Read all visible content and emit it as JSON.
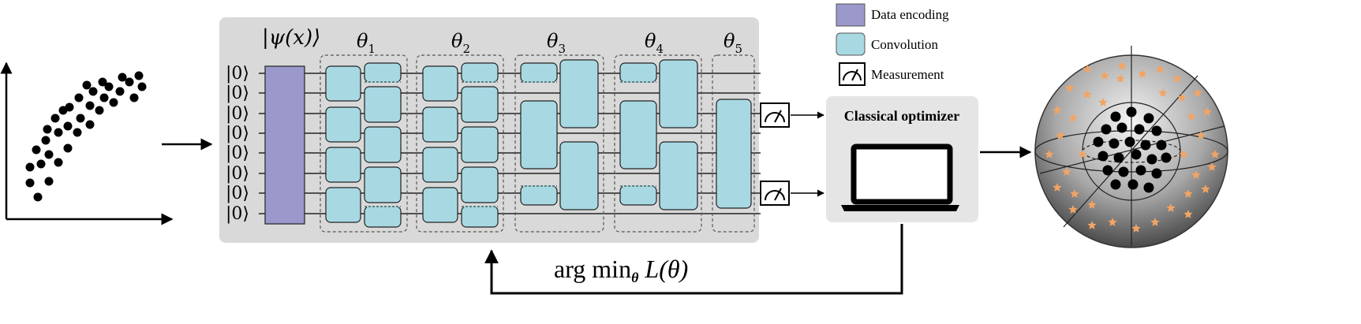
{
  "colors": {
    "data_encoding": "#9b98cc",
    "convolution": "#a8d9e3",
    "panel": "#d9d9d9",
    "optimizer_panel": "#e5e5e5",
    "star": "#f2a464"
  },
  "legend": {
    "items": [
      {
        "label": "Data encoding",
        "icon": "data-encoding-swatch"
      },
      {
        "label": "Convolution",
        "icon": "convolution-swatch"
      },
      {
        "label": "Measurement",
        "icon": "measurement-meter-icon"
      }
    ]
  },
  "circuit": {
    "encoding_label": "|ψ(x)⟩",
    "qubit_label": "|0⟩",
    "qubit_count": 8,
    "layers": [
      {
        "theta": "θ",
        "index": "1"
      },
      {
        "theta": "θ",
        "index": "2"
      },
      {
        "theta": "θ",
        "index": "3"
      },
      {
        "theta": "θ",
        "index": "4"
      },
      {
        "theta": "θ",
        "index": "5"
      }
    ]
  },
  "optimizer": {
    "title": "Classical optimizer",
    "icon": "laptop-icon"
  },
  "feedback": {
    "label_prefix": "arg min",
    "label_subscript": "θ",
    "label_suffix": " L(θ)"
  }
}
